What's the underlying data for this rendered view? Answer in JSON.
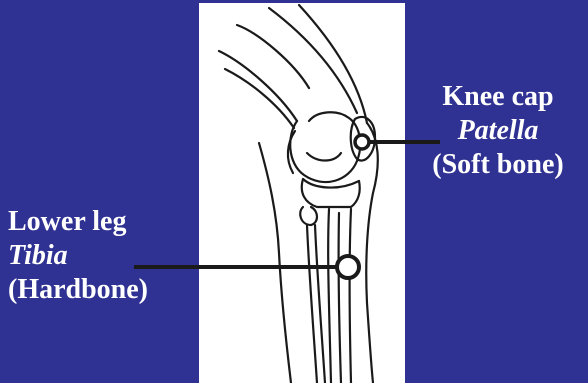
{
  "labels": {
    "patella": {
      "common": "Knee cap",
      "latin": "Patella",
      "note": "(Soft bone)"
    },
    "tibia": {
      "common": "Lower leg",
      "latin": "Tibia",
      "note": "(Hardbone)"
    }
  },
  "colors": {
    "background": "#2f3292",
    "panel": "#ffffff",
    "ink": "#1a1a1a",
    "label_text": "#ffffff"
  }
}
